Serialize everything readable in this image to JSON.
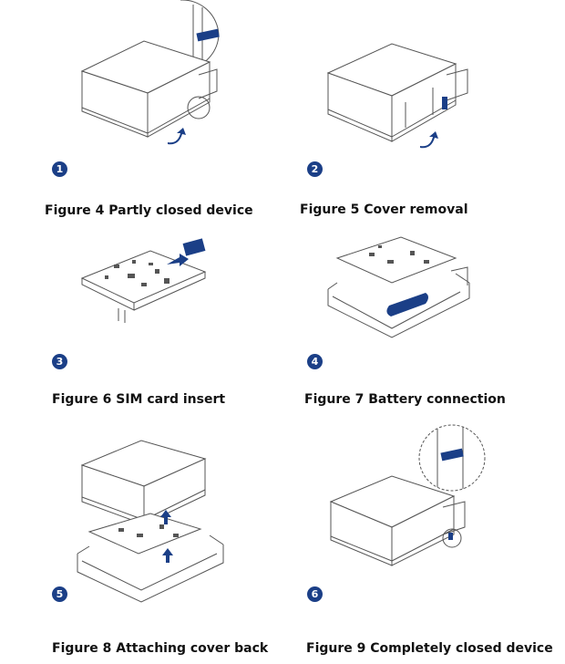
{
  "colors": {
    "accent": "#1b3f87",
    "line": "#555555"
  },
  "figures": [
    {
      "step": "1",
      "caption": "Figure 4 Partly closed device"
    },
    {
      "step": "2",
      "caption": "Figure 5 Cover removal"
    },
    {
      "step": "3",
      "caption": "Figure 6 SIM card insert"
    },
    {
      "step": "4",
      "caption": "Figure 7 Battery connection"
    },
    {
      "step": "5",
      "caption": "Figure 8 Attaching cover back"
    },
    {
      "step": "6",
      "caption": "Figure 9 Completely closed device"
    }
  ]
}
